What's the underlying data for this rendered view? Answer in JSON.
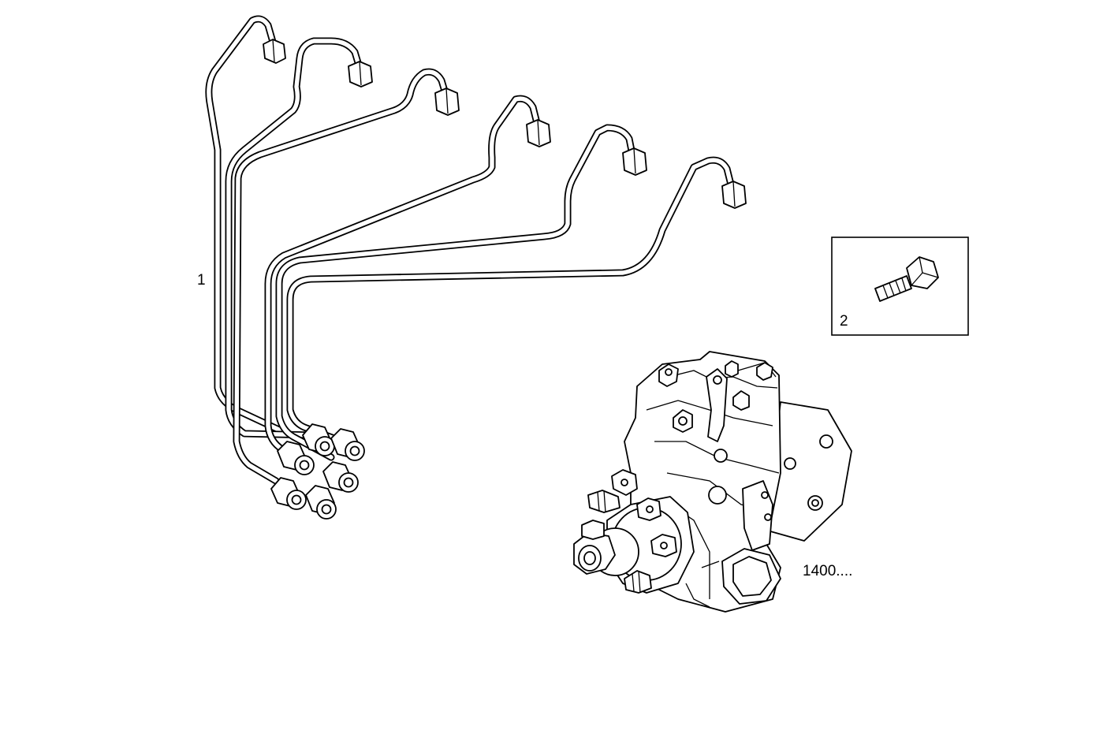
{
  "labels": {
    "pipes_ref": "1",
    "screw_ref": "2",
    "pump_ref": "1400...."
  },
  "colors": {
    "line": "#000000",
    "background": "#ffffff"
  }
}
